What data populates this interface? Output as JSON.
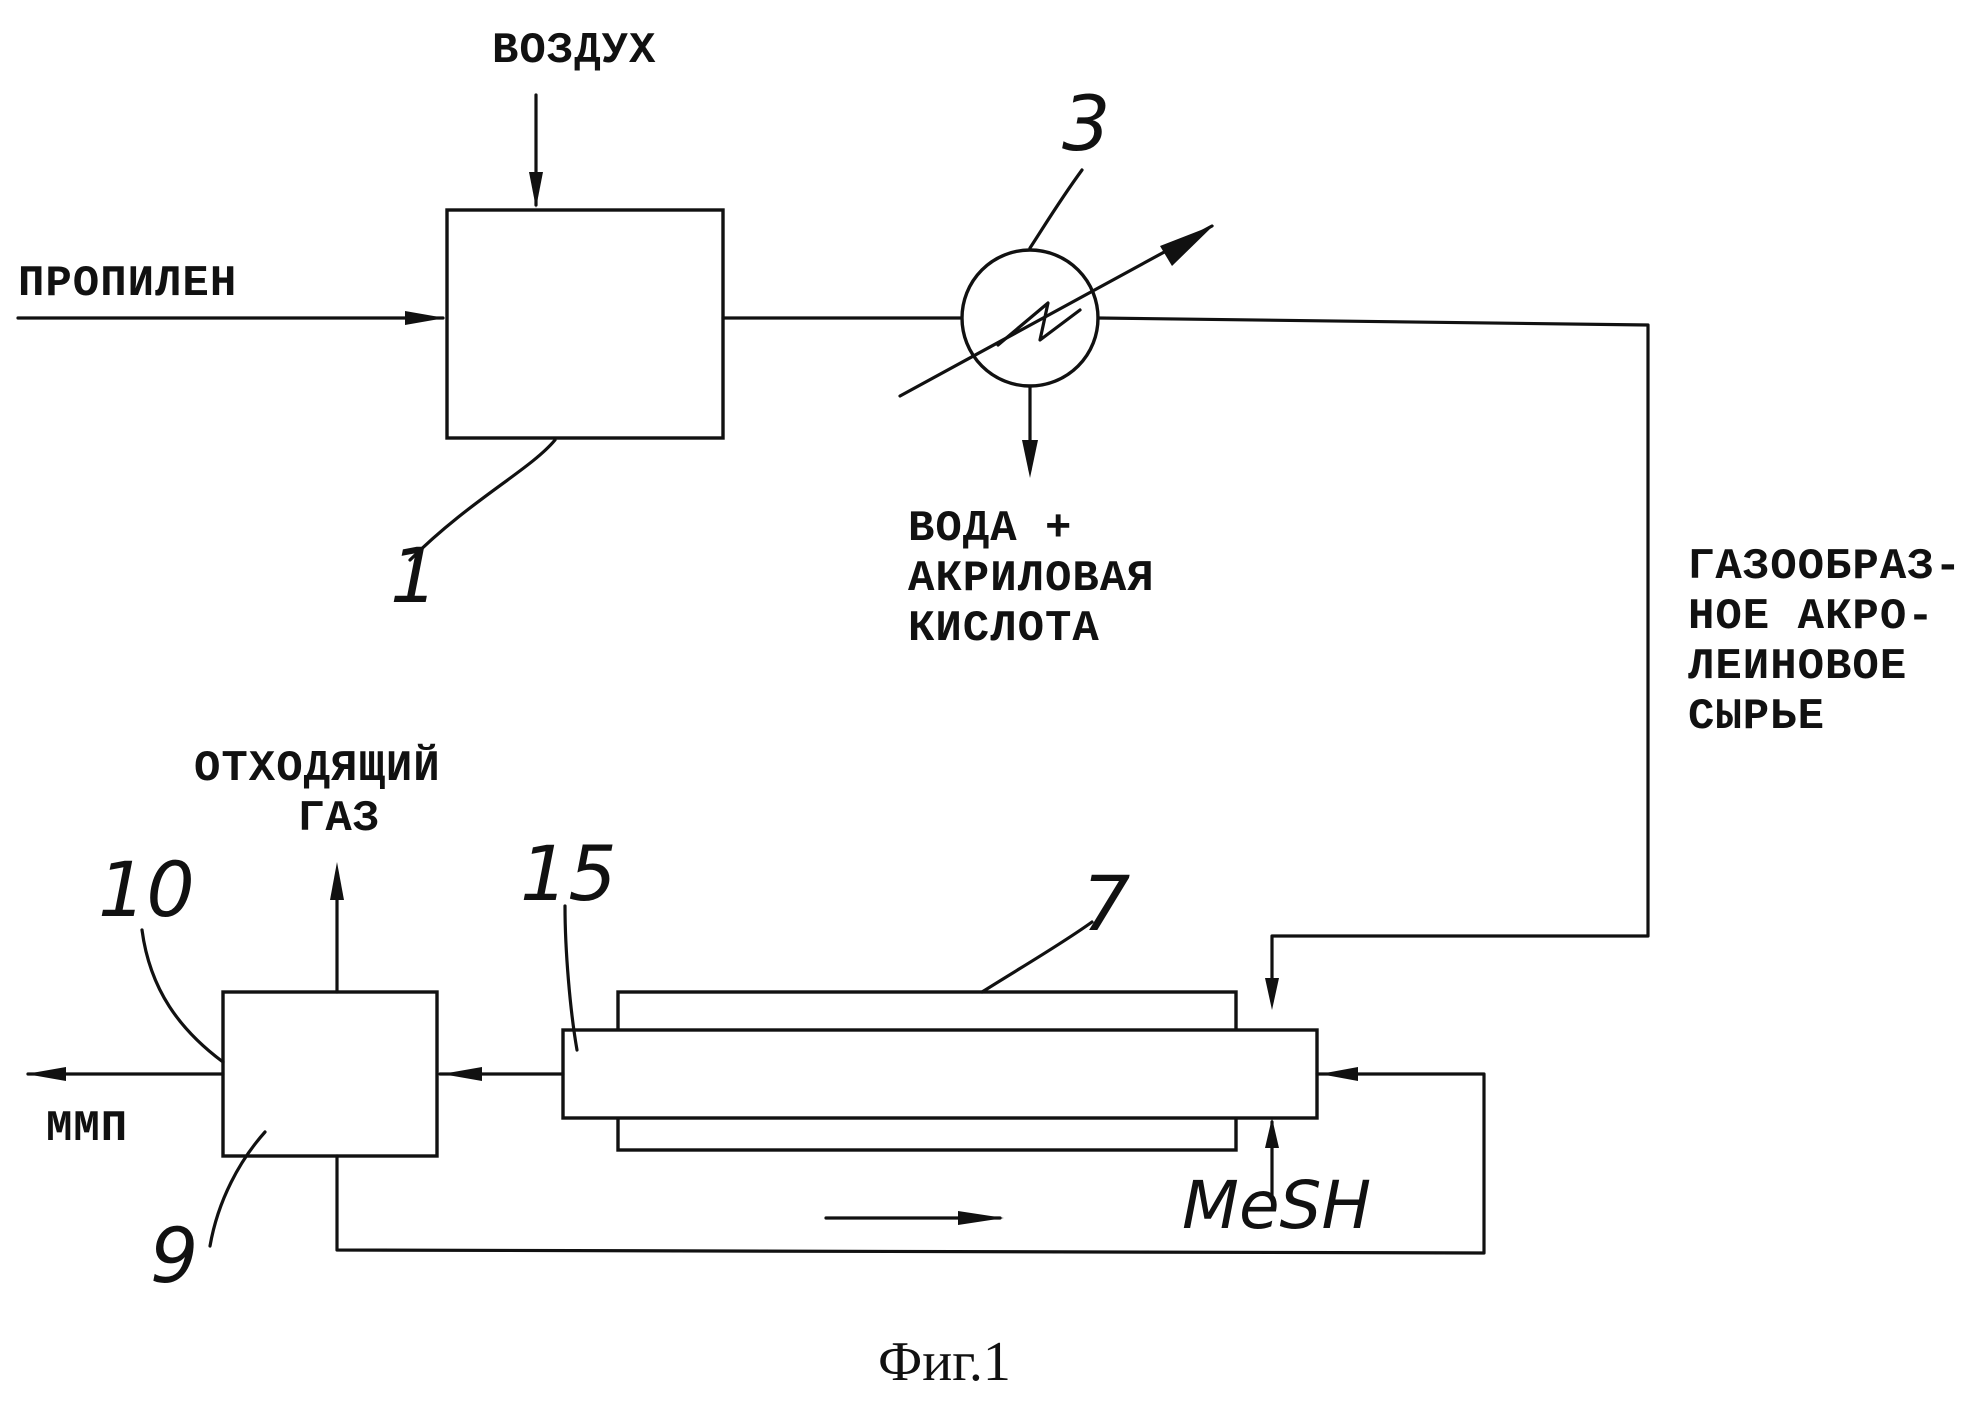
{
  "labels": {
    "air": "ВОЗДУХ",
    "propylene": "ПРОПИЛЕН",
    "water_line1": "ВОДА  +",
    "water_line2": "АКРИЛОВАЯ",
    "water_line3": "КИСЛОТА",
    "gas_line1": "ГАЗООБРАЗ-",
    "gas_line2": "НОЕ АКРО-",
    "gas_line3": "ЛЕИНОВОЕ",
    "gas_line4": "СЫРЬЕ",
    "offgas_line1": "ОТХОДЯЩИЙ",
    "offgas_line2": "ГАЗ",
    "product": "ММП",
    "mesh": "MeSH"
  },
  "reference_numerals": {
    "reactor": "1",
    "condenser": "3",
    "scrubber_jacket": "7",
    "separator": "9",
    "separator_outlet": "10",
    "scrubber_tube": "15"
  },
  "caption": "Фиг.1"
}
